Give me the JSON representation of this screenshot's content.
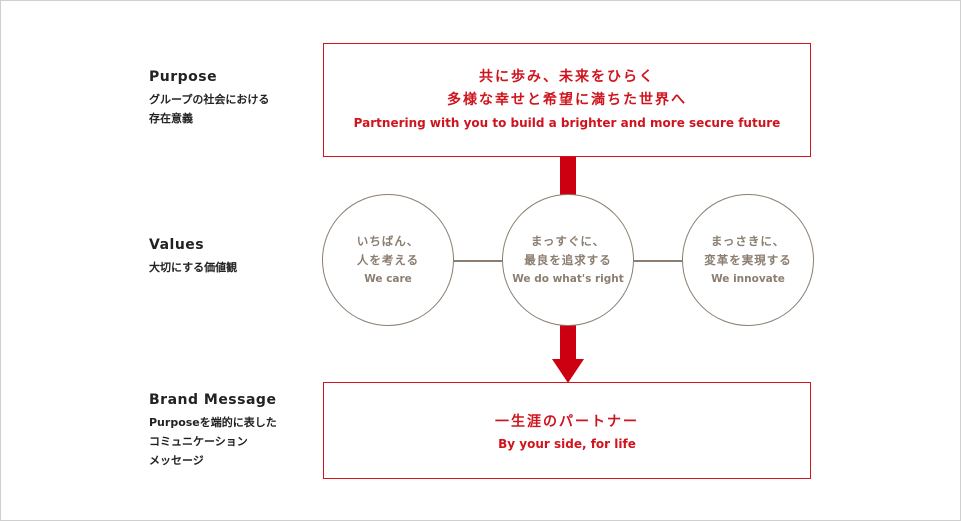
{
  "purpose": {
    "heading": "Purpose",
    "sub": [
      "グループの社会における",
      "存在意義"
    ],
    "box": {
      "line1": "共に歩み、未来をひらく",
      "line2": "多様な幸せと希望に満ちた世界へ",
      "english": "Partnering with you to build a brighter and more secure future"
    }
  },
  "values": {
    "heading": "Values",
    "sub": "大切にする価値観",
    "items": [
      {
        "line1": "いちばん、",
        "line2": "人を考える",
        "english": "We care"
      },
      {
        "line1": "まっすぐに、",
        "line2": "最良を追求する",
        "english": "We do what's right"
      },
      {
        "line1": "まっさきに、",
        "line2": "変革を実現する",
        "english": "We innovate"
      }
    ]
  },
  "brand": {
    "heading": "Brand Message",
    "sub": [
      "Purposeを端的に表した",
      "コミュニケーション",
      "メッセージ"
    ],
    "box": {
      "line1": "一生涯のパートナー",
      "english": "By your side, for life"
    }
  },
  "colors": {
    "accent": "#d0141e",
    "values": "#8b7e70"
  }
}
